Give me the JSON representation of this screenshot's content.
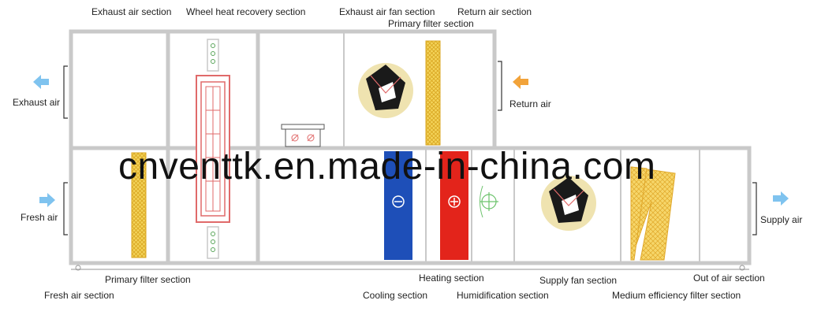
{
  "labels": {
    "exhaust_air_section": "Exhaust air section",
    "wheel_heat_recovery_section": "Wheel heat recovery section",
    "exhaust_air_fan_section": "Exhaust air fan section",
    "return_air_section": "Return air section",
    "primary_filter_section_top": "Primary filter section",
    "exhaust_air": "Exhaust air",
    "return_air": "Return air",
    "fresh_air": "Fresh air",
    "supply_air": "Supply air",
    "primary_filter_section_bottom": "Primary filter section",
    "fresh_air_section": "Fresh air section",
    "heating_section": "Heating section",
    "supply_fan_section": "Supply fan section",
    "out_of_air_section": "Out of air section",
    "cooling_section": "Cooling section",
    "humidification_section": "Humidification section",
    "medium_efficiency_filter_section": "Medium efficiency filter section"
  },
  "watermark": "cnventtk.en.made-in-china.com",
  "colors": {
    "casing": "#c9c9c9",
    "filter_yellow": "#f4d45a",
    "cooling_coil": "#1e4fb8",
    "heating_coil": "#e3241b",
    "arrow_blue": "#7fc3ef",
    "arrow_orange": "#f2a33a",
    "wheel_red": "#e06a6a",
    "fan_circle": "#efe3b0",
    "humidifier_green": "#6cc36c"
  }
}
